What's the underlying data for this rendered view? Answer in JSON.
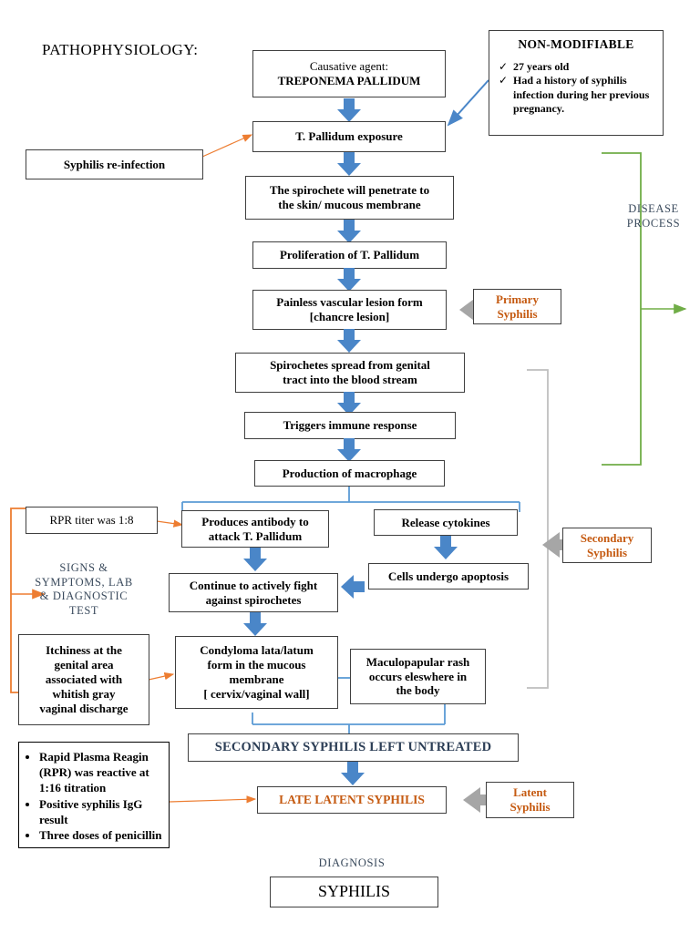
{
  "page": {
    "title": "PATHOPHYSIOLOGY:",
    "colors": {
      "flow_arrow_blue": "#4a86c8",
      "connector_blue": "#5b9bd5",
      "stage_orange": "#c55a11",
      "bracket_green": "#70ad47",
      "bracket_gray": "#a6a6a6",
      "bracket_orange": "#ed7d31",
      "slate_text": "#3a4a5c"
    }
  },
  "main_flow": [
    {
      "id": "causative",
      "line1": "Causative agent:",
      "line2": "TREPONEMA PALLIDUM"
    },
    {
      "id": "exposure",
      "text": "T. Pallidum exposure"
    },
    {
      "id": "penetrate",
      "text": "The spirochete will penetrate to\nthe skin/ mucous membrane"
    },
    {
      "id": "proliferation",
      "text": "Proliferation of T. Pallidum"
    },
    {
      "id": "chancre",
      "text": "Painless vascular lesion form\n[chancre lesion]"
    },
    {
      "id": "spread",
      "text": "Spirochetes spread from genital\ntract into the blood stream"
    },
    {
      "id": "immune",
      "text": "Triggers immune response"
    },
    {
      "id": "macrophage",
      "text": "Production of macrophage"
    },
    {
      "id": "antibody",
      "text": "Produces antibody to\nattack T. Pallidum"
    },
    {
      "id": "cytokines",
      "text": "Release cytokines"
    },
    {
      "id": "apoptosis",
      "text": "Cells undergo apoptosis"
    },
    {
      "id": "fight",
      "text": "Continue to actively fight\nagainst spirochetes"
    },
    {
      "id": "condyloma",
      "text": "Condyloma lata/latum\nform in the mucous\nmembrane\n[ cervix/vaginal wall]"
    },
    {
      "id": "rash",
      "text": "Maculopapular rash\noccurs eleswhere in\nthe body"
    },
    {
      "id": "untreated",
      "text": "SECONDARY SYPHILIS LEFT UNTREATED"
    },
    {
      "id": "late_latent",
      "text": "LATE LATENT SYPHILIS"
    },
    {
      "id": "final",
      "text": "SYPHILIS"
    }
  ],
  "non_modifiable": {
    "heading": "NON-MODIFIABLE",
    "check_glyph": "✓",
    "items": [
      "27 years old",
      "Had a history of syphilis infection during her previous pregnancy."
    ]
  },
  "side_notes": {
    "reinfection": "Syphilis re-infection",
    "rpr_titer": "RPR titer was  1:8",
    "itchiness": "Itchiness at the\ngenital area\nassociated with\nwhitish gray\nvaginal discharge",
    "labs_heading": "",
    "labs": [
      "Rapid Plasma Reagin (RPR) was reactive at 1:16 titration",
      "Positive syphilis IgG result",
      "Three doses of penicillin"
    ]
  },
  "stage_tags": [
    {
      "id": "primary",
      "text": "Primary\nSyphilis"
    },
    {
      "id": "secondary",
      "text": "Secondary\nSyphilis"
    },
    {
      "id": "latent",
      "text": "Latent\nSyphilis"
    }
  ],
  "brackets": {
    "disease_process": "DISEASE\nPROCESS",
    "signs_symptoms": "SIGNS  &\nSYMPTOMS, LAB\n& DIAGNOSTIC\nTEST"
  },
  "diagnosis": {
    "label": "DIAGNOSIS",
    "value": "SYPHILIS"
  }
}
